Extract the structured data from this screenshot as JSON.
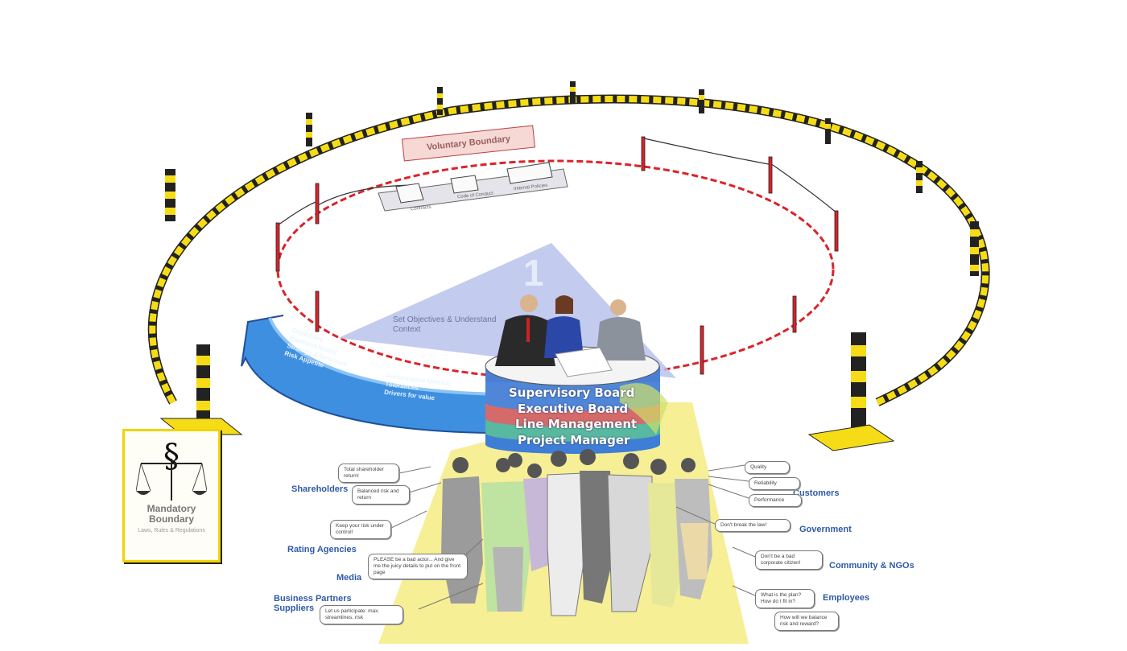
{
  "step": {
    "number": "1",
    "title": "Set Objectives & Understand Context"
  },
  "voluntary_boundary": {
    "title": "Voluntary Boundary",
    "documents": [
      "Contracts",
      "Code of Conduct",
      "Internal Policies"
    ]
  },
  "mandatory_boundary": {
    "title": "Mandatory Boundary",
    "subtitle": "Laws, Rules & Regulations",
    "symbol": "§"
  },
  "governance_levels": [
    "Supervisory Board",
    "Executive Board",
    "Line Management",
    "Project Manager"
  ],
  "level_colors": [
    "#4f86d8",
    "#d46a6a",
    "#58b8a0",
    "#3f7ed6"
  ],
  "arrow_items_left": [
    "Objectives",
    "Business Model",
    "Strategy & Structure",
    "Risk Appetite"
  ],
  "arrow_items_right": [
    "Performance Metrics",
    "Tolerances",
    "Drivers for value"
  ],
  "stakeholders_left": [
    "Shareholders",
    "Rating Agencies",
    "Media",
    "Business Partners",
    "Suppliers"
  ],
  "stakeholders_right": [
    "Customers",
    "Government",
    "Community & NGOs",
    "Employees"
  ],
  "bubbles_left": [
    "Total shareholder return!",
    "Balanced risk and return",
    "Keep your risk under control!",
    "PLEASE be a bad actor... And give me the juicy details to put on the front page",
    "Let us participate: max. streamlines, risk"
  ],
  "bubbles_right": [
    "Quality",
    "Reliability",
    "Performance",
    "Don't break the law!",
    "Don't be a bad corporate citizen!",
    "What is the plan? How do I fit in?",
    "How will we balance risk and reward?"
  ],
  "colors": {
    "mandatory_line": "#f5dc16",
    "voluntary_line": "#d9242a",
    "arrow": "#3f8fe0",
    "label_blue": "#2f5aa8",
    "triangle": "#b9c2ec"
  }
}
